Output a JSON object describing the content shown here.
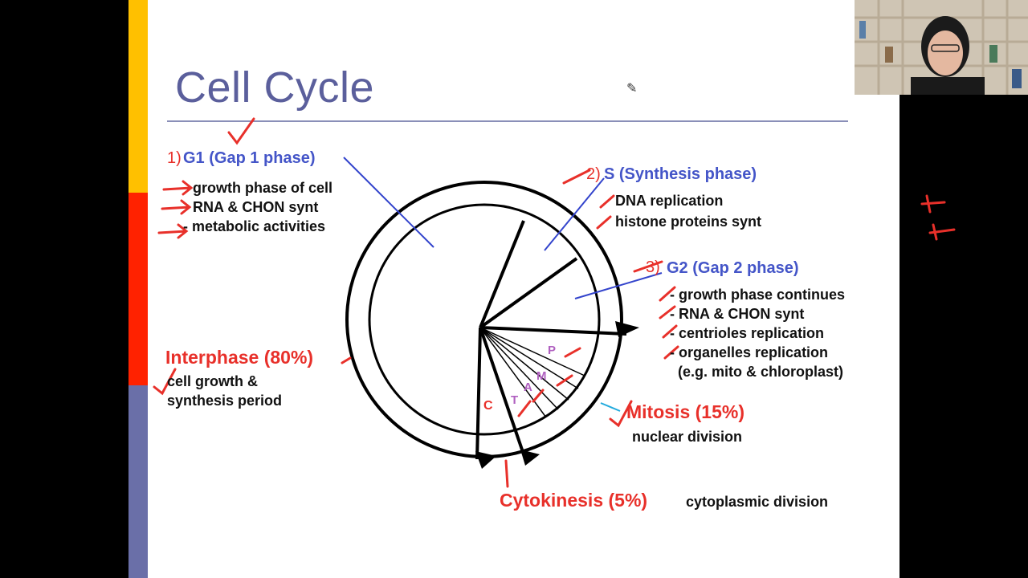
{
  "slide": {
    "title": "Cell Cycle",
    "g1": {
      "number": "1)",
      "heading": "G1 (Gap 1 phase)",
      "items": [
        "growth phase of cell",
        "RNA & CHON synt",
        "- metabolic activities"
      ]
    },
    "s": {
      "number": "2)",
      "heading": "S (Synthesis phase)",
      "items": [
        "DNA replication",
        "histone proteins synt"
      ]
    },
    "g2": {
      "number": "3)",
      "heading": "G2 (Gap 2 phase)",
      "items": [
        "- growth phase continues",
        "- RNA & CHON synt",
        "- centrioles replication",
        "- organelles replication",
        "(e.g. mito & chloroplast)"
      ]
    },
    "interphase": {
      "heading": "Interphase (80%)",
      "desc_line1": "cell growth &",
      "desc_line2": "synthesis period"
    },
    "mitosis": {
      "heading": "Mitosis (15%)",
      "desc": "nuclear division"
    },
    "cytokinesis": {
      "heading": "Cytokinesis (5%)",
      "desc": "cytoplasmic division"
    },
    "mitosis_phases": [
      "P",
      "M",
      "A",
      "T"
    ],
    "cytokinesis_letter": "C"
  },
  "colors": {
    "accent_yellow": "#ffc000",
    "accent_red": "#ff2200",
    "accent_slate": "#6a6fa8",
    "title": "#5b5f9c",
    "heading_blue": "#4455c8",
    "heading_red": "#e8302a",
    "annotation_red": "#e8302a"
  }
}
